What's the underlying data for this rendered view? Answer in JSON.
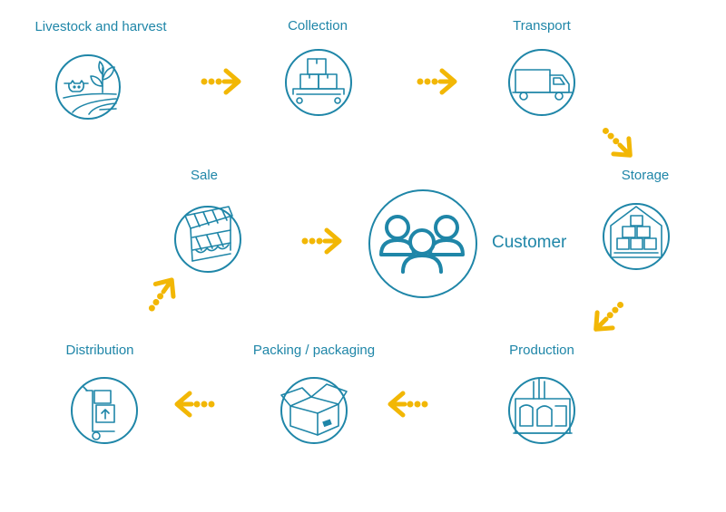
{
  "diagram": {
    "colors": {
      "primary": "#1f86a8",
      "accent": "#f2b705",
      "background": "#ffffff"
    },
    "center": {
      "label": "Customer",
      "icon": "customers-group-icon"
    },
    "nodes": [
      {
        "id": "livestock",
        "label": "Livestock and harvest",
        "icon": "livestock-harvest-icon"
      },
      {
        "id": "collection",
        "label": "Collection",
        "icon": "boxes-cart-icon"
      },
      {
        "id": "transport",
        "label": "Transport",
        "icon": "truck-icon"
      },
      {
        "id": "storage",
        "label": "Storage",
        "icon": "warehouse-icon"
      },
      {
        "id": "production",
        "label": "Production",
        "icon": "factory-icon"
      },
      {
        "id": "packing",
        "label": "Packing / packaging",
        "icon": "open-box-icon"
      },
      {
        "id": "distribution",
        "label": "Distribution",
        "icon": "hand-truck-icon"
      },
      {
        "id": "sale",
        "label": "Sale",
        "icon": "market-stall-icon"
      }
    ],
    "edges": [
      {
        "from": "livestock",
        "to": "collection"
      },
      {
        "from": "collection",
        "to": "transport"
      },
      {
        "from": "transport",
        "to": "storage"
      },
      {
        "from": "storage",
        "to": "production"
      },
      {
        "from": "production",
        "to": "packing"
      },
      {
        "from": "packing",
        "to": "distribution"
      },
      {
        "from": "distribution",
        "to": "sale"
      },
      {
        "from": "sale",
        "to": "customer"
      }
    ]
  }
}
